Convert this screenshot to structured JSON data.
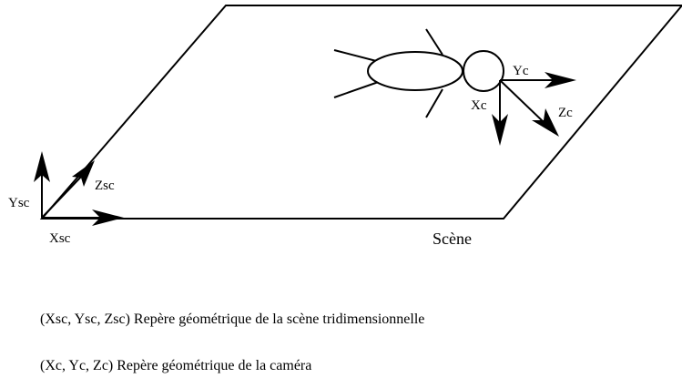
{
  "scene": {
    "label": "Scène"
  },
  "scene_frame": {
    "x_label": "Xsc",
    "y_label": "Ysc",
    "z_label": "Zsc"
  },
  "camera_frame": {
    "x_label": "Xc",
    "y_label": "Yc",
    "z_label": "Zc"
  },
  "legend": {
    "scene_frame_text": "(Xsc, Ysc, Zsc) Repère géométrique de la scène tridimensionnelle",
    "camera_frame_text": "(Xc, Yc, Zc) Repère géométrique de la caméra"
  },
  "colors": {
    "stroke": "#000000",
    "background": "#ffffff"
  }
}
